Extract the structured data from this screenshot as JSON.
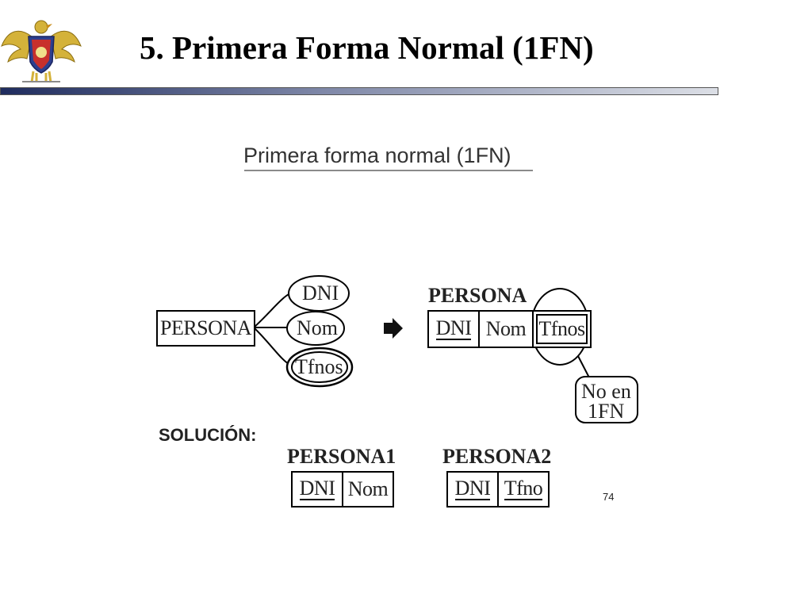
{
  "slide": {
    "title": "5. Primera Forma Normal (1FN)",
    "subtitle": "Primera forma normal (1FN)",
    "page_number": "74"
  },
  "er_diagram": {
    "entity": "PERSONA",
    "attributes": [
      "DNI",
      "Nom",
      "Tfnos"
    ],
    "multivalued_attribute": "Tfnos"
  },
  "arrow_icon": "right-arrow-icon",
  "table_persona": {
    "name": "PERSONA",
    "columns": [
      "DNI",
      "Nom",
      "Tfnos"
    ],
    "primary_key": "DNI"
  },
  "callout": {
    "line1": "No en",
    "line2": "1FN"
  },
  "solution": {
    "label": "SOLUCIÓN:",
    "tables": [
      {
        "name": "PERSONA1",
        "columns": [
          "DNI",
          "Nom"
        ]
      },
      {
        "name": "PERSONA2",
        "columns": [
          "DNI",
          "Tfno"
        ]
      }
    ]
  },
  "colors": {
    "bar_dark": "#1f2c5e",
    "bar_light": "#d9dce4",
    "text": "#222222"
  }
}
